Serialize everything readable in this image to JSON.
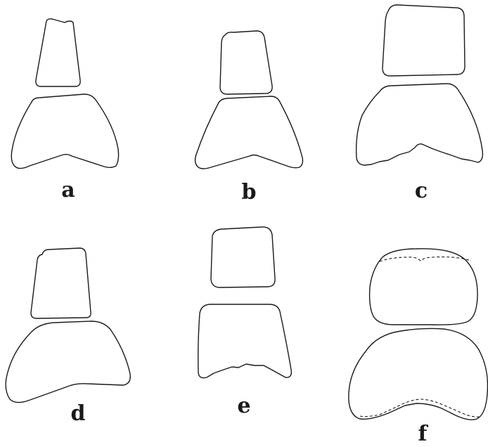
{
  "figure": {
    "panels": [
      {
        "id": "a",
        "label": "a"
      },
      {
        "id": "b",
        "label": "b"
      },
      {
        "id": "c",
        "label": "c"
      },
      {
        "id": "d",
        "label": "d"
      },
      {
        "id": "e",
        "label": "e"
      },
      {
        "id": "f",
        "label": "f"
      }
    ]
  },
  "colors": {
    "ink": "#1a1a1a",
    "background": "#ffffff"
  }
}
